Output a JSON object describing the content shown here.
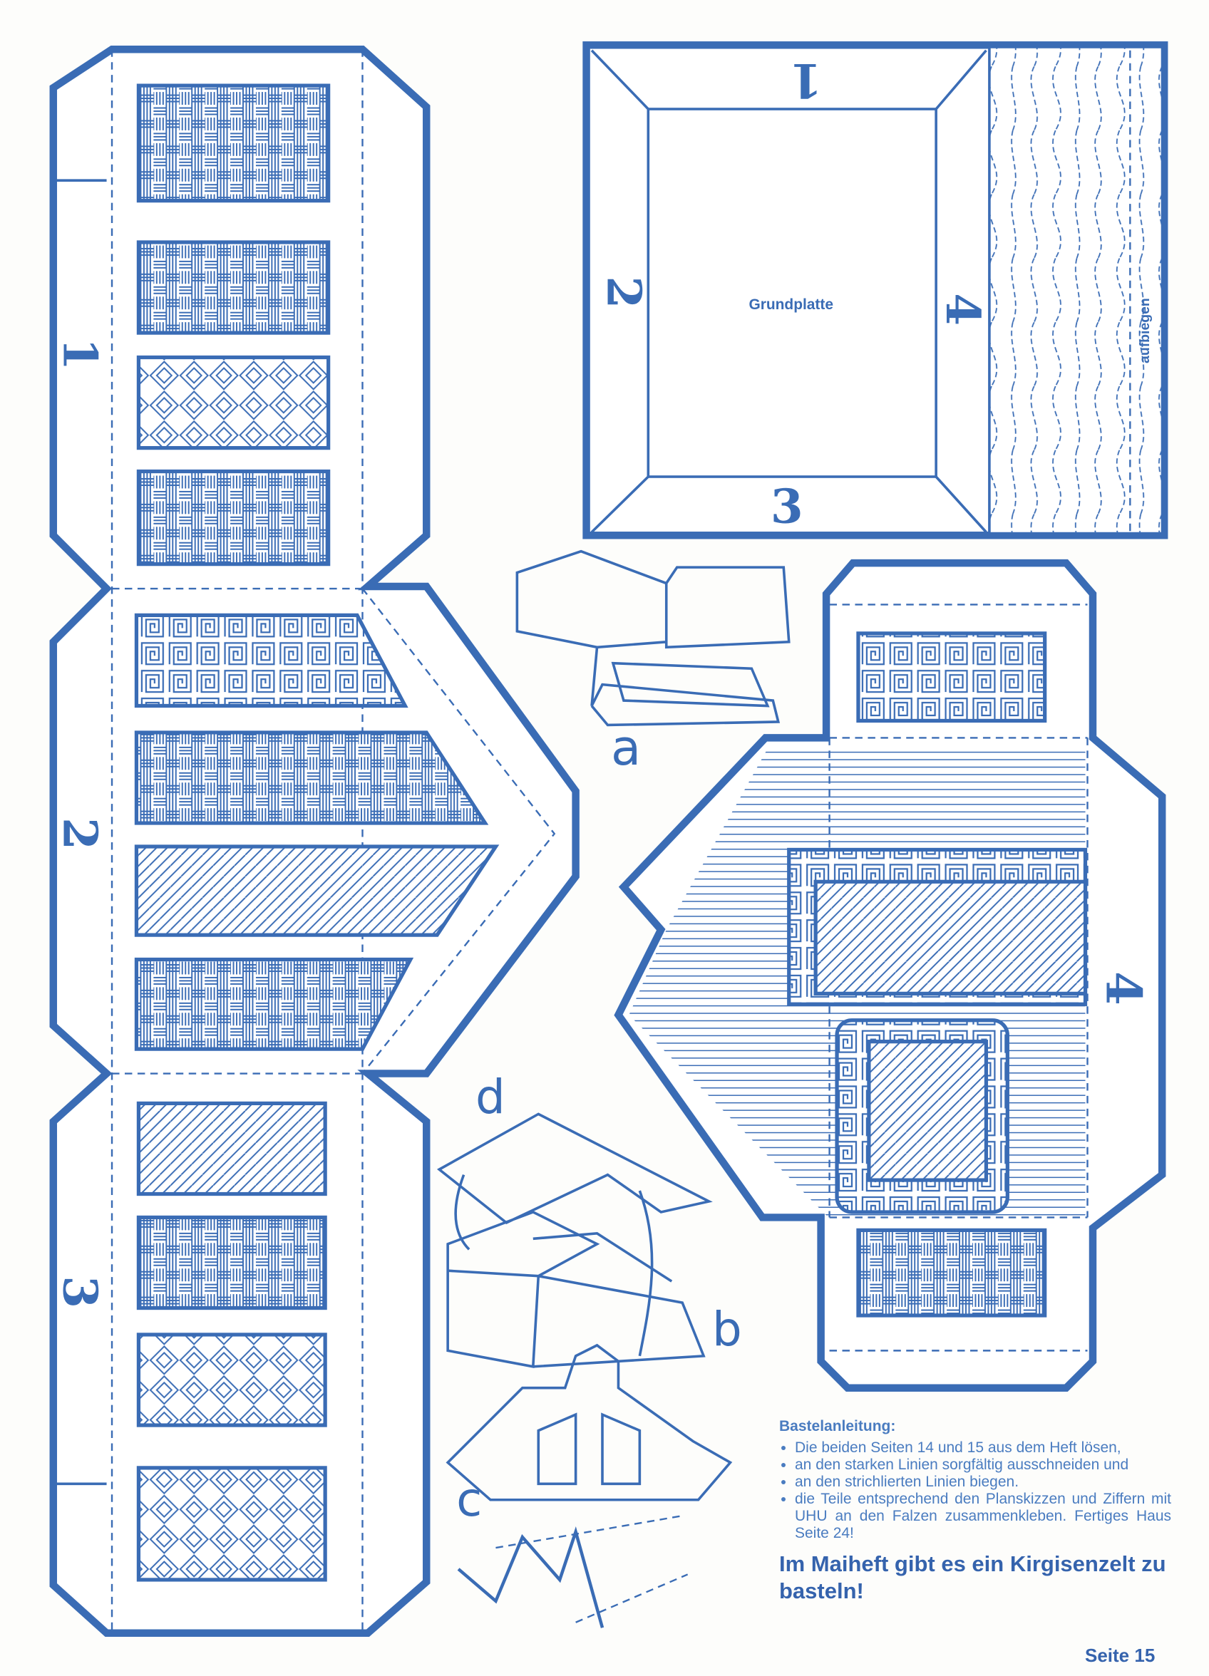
{
  "model": {
    "panel_numbers": [
      "1",
      "2",
      "3"
    ],
    "base_plate": {
      "label": "Grundplatte",
      "edge_numbers": [
        "1",
        "2",
        "3",
        "4"
      ],
      "fold_label": "aufbiegen"
    },
    "gable_number": "4",
    "sketch_labels": [
      "a",
      "b",
      "c",
      "d"
    ]
  },
  "instructions": {
    "title": "Bastelanleitung:",
    "steps": [
      "Die beiden Seiten 14 und 15 aus dem Heft lösen,",
      "an den starken Linien sorgfältig ausschneiden und",
      "an den strichlierten Linien biegen.",
      "die Teile entsprechend den Planskizzen und Ziffern mit UHU an den Falzen zusammenkleben. Fertiges Haus Seite 24!"
    ]
  },
  "promo": "Im Maiheft gibt es ein Kirgisenzelt zu basteln!",
  "page_number": "Seite 15",
  "colors": {
    "ink": "#3a6cb5",
    "paper": "#fdfdfb"
  }
}
